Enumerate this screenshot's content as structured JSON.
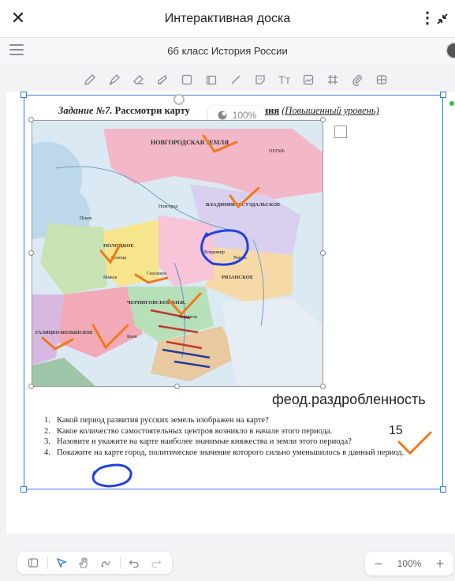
{
  "header": {
    "title": "Интерактивная доска",
    "close_icon": "close-icon",
    "more_icon": "more-vertical-icon",
    "collapse_icon": "collapse-icon"
  },
  "subbar": {
    "board_title": "6б класс История России"
  },
  "toolbar": {
    "tools": [
      "pencil-icon",
      "marker-icon",
      "eraser-icon",
      "lasso-icon",
      "rectangle-icon",
      "sticker-icon",
      "line-icon",
      "emoji-icon",
      "text-icon",
      "image-icon",
      "grid-icon",
      "attach-icon",
      "table-icon"
    ],
    "text_label": "Тт"
  },
  "document": {
    "task_prefix": "Задание №7.",
    "task_mid": "Рассмотри карту",
    "task_word": "задания",
    "task_level": "(Повышенный уровень)",
    "zoom_badge": "100%",
    "annotation_text": "феод.раздробленность",
    "answer_number": "15",
    "questions": [
      {
        "n": "1.",
        "text": "Какой период развития русских земель изображен на карте?"
      },
      {
        "n": "2.",
        "text": "Какое количество самостоятельных центров возникло в начале этого периода."
      },
      {
        "n": "3.",
        "text": "Назовите и укажите на карте наиболее значимые княжества и земли этого периода?"
      },
      {
        "n": "4.",
        "text": "Покажите на карте город, политическое значение которого сильно уменьшилось в данный период."
      }
    ]
  },
  "map": {
    "labels": [
      "НОВГОРОДСКАЯ ЗЕМЛЯ",
      "ВЛАДИМИРО-СУЗДАЛЬСКОЕ",
      "РЯЗАНСКОЕ",
      "ЧЕРНИГОВСКОЕ КНЖ.",
      "ПОЛОЦКОЕ",
      "ГАЛИЦКО-ВОЛЫНСКОЕ",
      "ПЕРМЬ",
      "Новгород",
      "Владимир",
      "Смоленск",
      "Чернигов",
      "Киев",
      "Рязань",
      "Полоцк",
      "Минск",
      "Псков"
    ]
  },
  "colors": {
    "accent": "#3a78d6",
    "orange_mark": "#f07a1a",
    "blue_mark": "#2040e0"
  },
  "bottom_toolbar": {
    "tools": [
      "panel-icon",
      "cursor-icon",
      "hand-icon",
      "laser-icon",
      "undo-icon",
      "redo-icon"
    ],
    "zoom_level": "100%"
  }
}
